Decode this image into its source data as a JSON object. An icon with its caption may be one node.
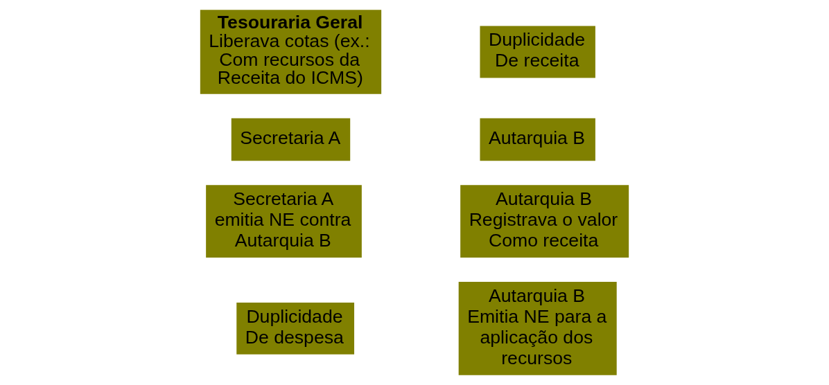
{
  "diagram": {
    "nodes": [
      {
        "text": [
          "Tesouraria Geral",
          "Liberava cotas (ex.: Com recursos da Receita do ICMS)"
        ]
      },
      {
        "text": [
          "Duplicidade De receita"
        ]
      },
      {
        "text": [
          "Secretaria A"
        ]
      },
      {
        "text": [
          "Autarquia B"
        ]
      },
      {
        "text": [
          "Secretaria A emitia NE contra Autarquia B"
        ]
      },
      {
        "text": [
          "Autarquia B Registrava o valor Como receita"
        ]
      },
      {
        "text": [
          "Duplicidade De despesa"
        ]
      },
      {
        "text": [
          "Autarquia B Emitia NE para a aplicação dos recursos"
        ]
      }
    ],
    "edges": []
  }
}
